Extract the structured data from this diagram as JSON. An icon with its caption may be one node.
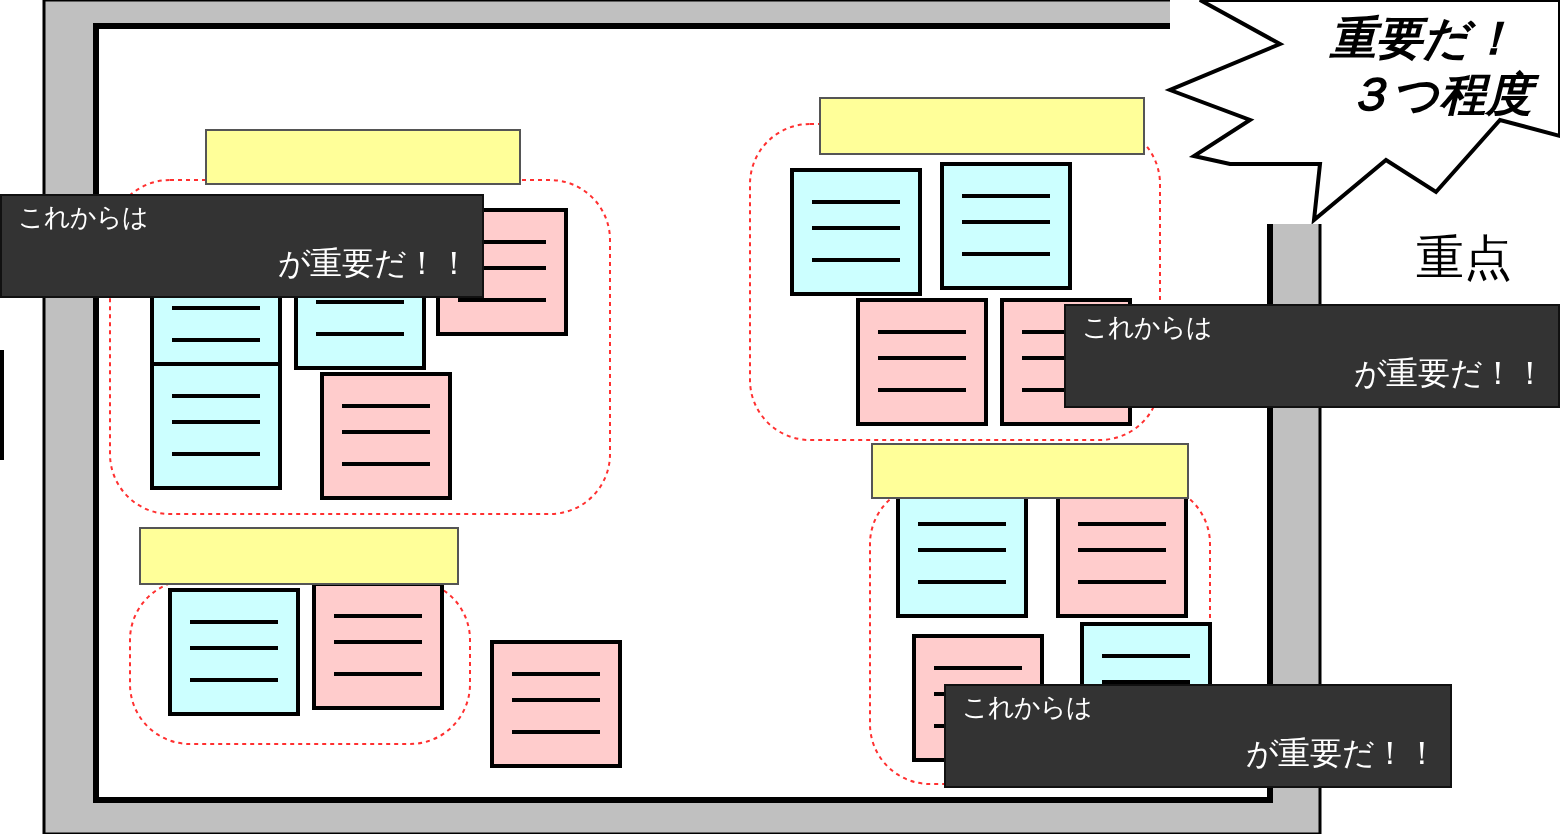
{
  "diagram": {
    "nodes": [
      {
        "text": [
          "重要だ！",
          "３つ程度"
        ]
      },
      {
        "text": [
          "これからは",
          "が重要だ！！"
        ]
      },
      {
        "text": [
          "これからは",
          "が重要だ！！"
        ]
      },
      {
        "text": [
          "これからは",
          "が重要だ！！"
        ]
      }
    ],
    "labels": [
      "重点"
    ]
  }
}
